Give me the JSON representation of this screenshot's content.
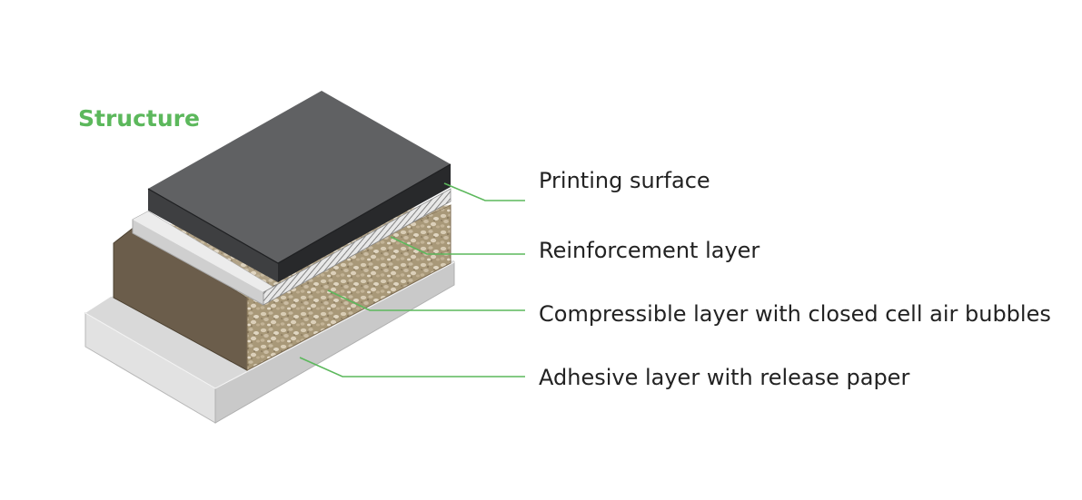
{
  "title": "Structure",
  "accent_color": "#5cb85c",
  "layers": [
    {
      "label": "Printing surface",
      "color": "#5f6062"
    },
    {
      "label": "Reinforcement layer",
      "color": "#cfcfcf"
    },
    {
      "label": "Compressible layer with closed cell air bubbles",
      "color": "#b9a98c"
    },
    {
      "label": "Adhesive layer with release paper",
      "color": "#e6e6e6"
    }
  ]
}
